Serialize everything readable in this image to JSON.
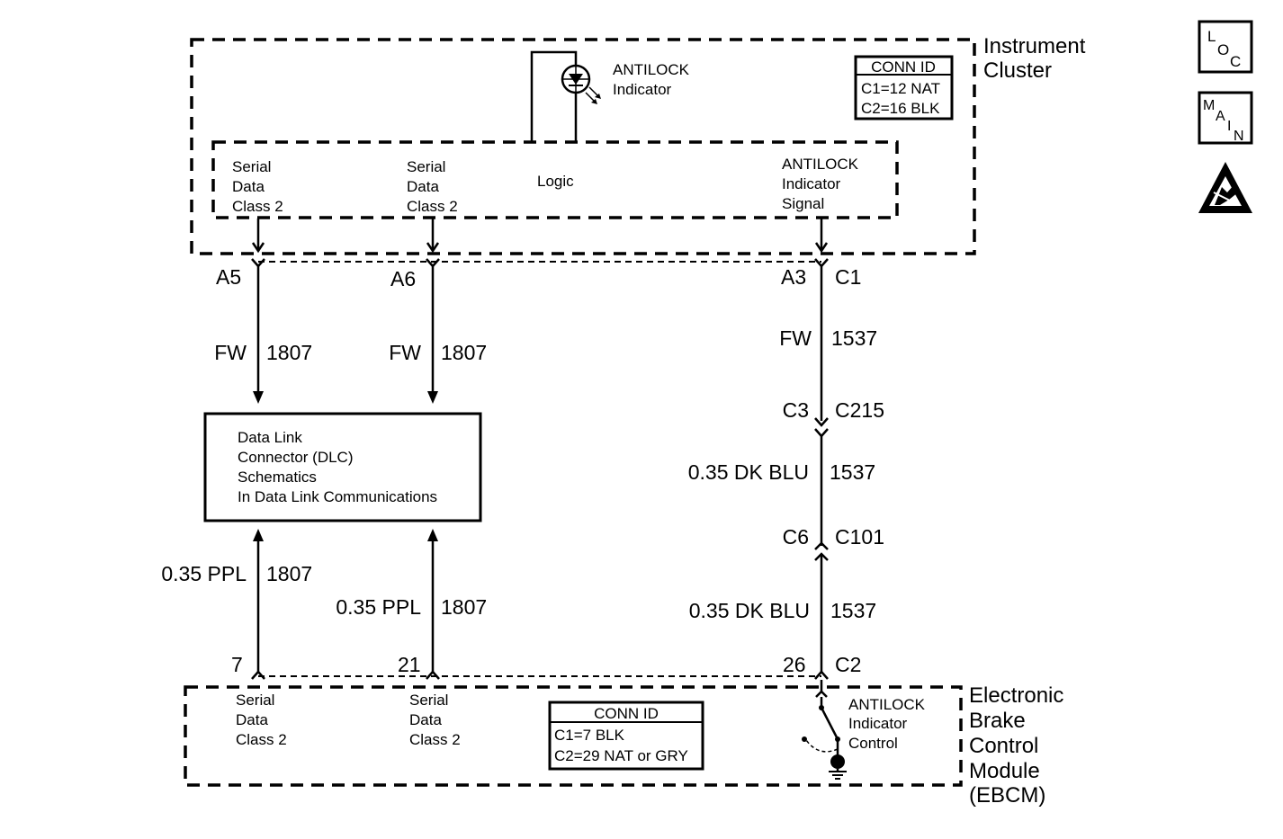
{
  "instrument_cluster": {
    "title_lines": [
      "Instrument",
      "Cluster"
    ],
    "conn_id": {
      "header": "CONN ID",
      "lines": [
        "C1=12 NAT",
        "C2=16 BLK"
      ]
    },
    "indicator_label_lines": [
      "ANTILOCK",
      "Indicator"
    ],
    "logic_label": "Logic",
    "serial_data_1_lines": [
      "Serial",
      "Data",
      "Class 2"
    ],
    "serial_data_2_lines": [
      "Serial",
      "Data",
      "Class 2"
    ],
    "signal_label_lines": [
      "ANTILOCK",
      "Indicator",
      "Signal"
    ]
  },
  "pins_top": {
    "a5": "A5",
    "a6": "A6",
    "a3": "A3",
    "c1": "C1"
  },
  "wires": {
    "w1_top_color": "FW",
    "w1_top_circuit": "1807",
    "w2_top_color": "FW",
    "w2_top_circuit": "1807",
    "w3_top_color": "FW",
    "w3_top_circuit": "1537",
    "w3_mid_color": "0.35 DK BLU",
    "w3_mid_circuit": "1537",
    "w3_bot_color": "0.35 DK BLU",
    "w3_bot_circuit": "1537",
    "w1_bot_color": "0.35 PPL",
    "w1_bot_circuit": "1807",
    "w2_bot_color": "0.35 PPL",
    "w2_bot_circuit": "1807"
  },
  "connectors": {
    "c3": "C3",
    "c215": "C215",
    "c6": "C6",
    "c101": "C101"
  },
  "dlc": {
    "lines": [
      "Data Link",
      "Connector (DLC)",
      "Schematics",
      "In Data Link Communications"
    ]
  },
  "pins_bottom": {
    "p7": "7",
    "p21": "21",
    "p26": "26",
    "c2": "C2"
  },
  "ebcm": {
    "title_lines": [
      "Electronic",
      "Brake",
      "Control",
      "Module",
      "(EBCM)"
    ],
    "conn_id": {
      "header": "CONN ID",
      "lines": [
        "C1=7 BLK",
        "C2=29 NAT or GRY"
      ]
    },
    "serial_data_1_lines": [
      "Serial",
      "Data",
      "Class 2"
    ],
    "serial_data_2_lines": [
      "Serial",
      "Data",
      "Class 2"
    ],
    "control_label_lines": [
      "ANTILOCK",
      "Indicator",
      "Control"
    ]
  },
  "side_icons": {
    "loc": {
      "l": "L",
      "o": "O",
      "c": "C"
    },
    "main": {
      "m": "M",
      "a": "A",
      "i": "I",
      "n": "N"
    },
    "esd_icon": "esd-warning-icon"
  }
}
